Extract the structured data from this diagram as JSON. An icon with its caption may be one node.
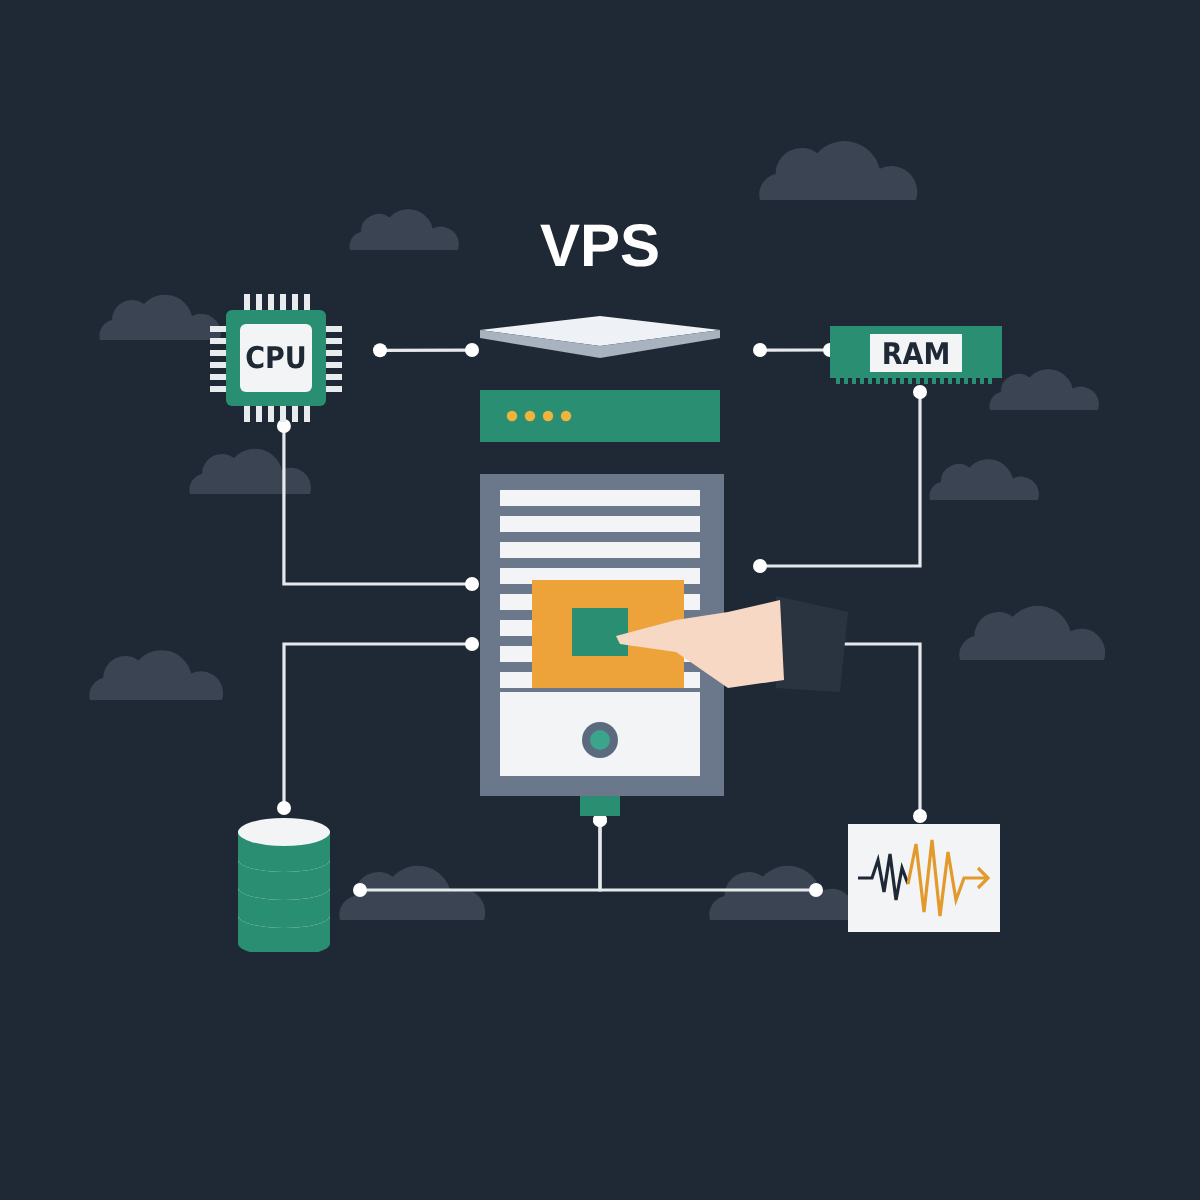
{
  "diagram": {
    "title": "VPS",
    "nodes": [
      {
        "text": [
          "CPU"
        ]
      },
      {
        "text": [],
        "shape": "picture"
      },
      {
        "text": [
          "RAM"
        ]
      },
      {
        "text": [],
        "shape": "picture"
      },
      {
        "text": [],
        "shape": "cylinder"
      },
      {
        "text": [],
        "shape": "picture"
      }
    ],
    "edges": [
      {
        "from": 0,
        "to": 1,
        "arrow": "other"
      },
      {
        "from": 2,
        "to": 1,
        "arrow": "other"
      },
      {
        "from": 0,
        "to": 3,
        "arrow": "other"
      },
      {
        "from": 2,
        "to": 3,
        "arrow": "other"
      },
      {
        "from": 3,
        "to": 4,
        "arrow": "other"
      },
      {
        "from": 3,
        "to": 5,
        "arrow": "other"
      },
      {
        "from": 3,
        "to": 4,
        "arrow": "other"
      },
      {
        "from": 3,
        "to": 5,
        "arrow": "other"
      }
    ]
  }
}
